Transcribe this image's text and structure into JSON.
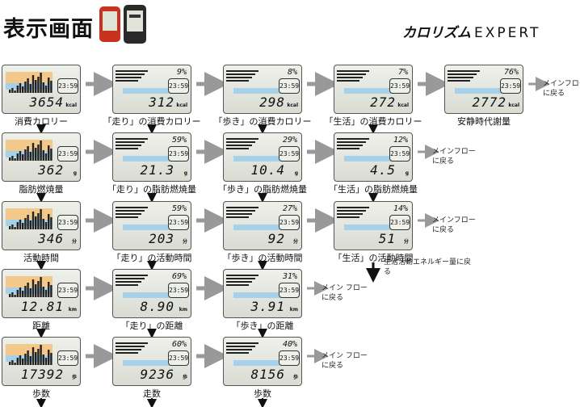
{
  "header": {
    "title": "表示画面",
    "logo_jp": "カロリズム",
    "logo_en": "EXPERT"
  },
  "rows": [
    {
      "screens": [
        {
          "num": "3654",
          "unit": "kcal",
          "time": "23:59",
          "label": "消費カロリー",
          "kind": "main"
        },
        {
          "num": "312",
          "unit": "kcal",
          "time": "23:59",
          "pct": "9%",
          "label": "「走り」の消費カロリー",
          "kind": "sub"
        },
        {
          "num": "298",
          "unit": "kcal",
          "time": "23:59",
          "pct": "8%",
          "label": "「歩き」の消費カロリー",
          "kind": "sub"
        },
        {
          "num": "272",
          "unit": "kcal",
          "time": "23:59",
          "pct": "7%",
          "label": "「生活」の消費カロリー",
          "kind": "sub"
        },
        {
          "num": "2772",
          "unit": "kcal",
          "time": "23:59",
          "pct": "76%",
          "label": "安静時代謝量",
          "kind": "sub"
        }
      ],
      "note": "メインフローに戻る"
    },
    {
      "screens": [
        {
          "num": "362",
          "unit": "g",
          "time": "23:59",
          "label": "脂肪燃焼量",
          "kind": "main"
        },
        {
          "num": "21.3",
          "unit": "g",
          "time": "23:59",
          "pct": "59%",
          "label": "「走り」の脂肪燃焼量",
          "kind": "sub"
        },
        {
          "num": "10.4",
          "unit": "g",
          "time": "23:59",
          "pct": "29%",
          "label": "「歩き」の脂肪燃焼量",
          "kind": "sub"
        },
        {
          "num": "4.5",
          "unit": "g",
          "time": "23:59",
          "pct": "12%",
          "label": "「生活」の脂肪燃焼量",
          "kind": "sub"
        }
      ],
      "note": "メインフローに戻る"
    },
    {
      "screens": [
        {
          "num": "346",
          "unit": "分",
          "time": "23:59",
          "label": "活動時間",
          "kind": "main"
        },
        {
          "num": "203",
          "unit": "分",
          "time": "23:59",
          "pct": "59%",
          "label": "「走り」の活動時間",
          "kind": "sub"
        },
        {
          "num": "92",
          "unit": "分",
          "time": "23:59",
          "pct": "27%",
          "label": "「歩き」の活動時間",
          "kind": "sub"
        },
        {
          "num": "51",
          "unit": "分",
          "time": "23:59",
          "pct": "14%",
          "label": "「生活」の活動時間",
          "kind": "sub"
        }
      ],
      "note": "メインフローに戻る",
      "down_note": "生活活動エネルギー量に戻る"
    },
    {
      "screens": [
        {
          "num": "12.81",
          "unit": "km",
          "time": "23:59",
          "label": "距離",
          "kind": "main"
        },
        {
          "num": "8.90",
          "unit": "km",
          "time": "23:59",
          "pct": "69%",
          "label": "「走り」の距離",
          "kind": "sub"
        },
        {
          "num": "3.91",
          "unit": "km",
          "time": "23:59",
          "pct": "31%",
          "label": "「歩き」の距離",
          "kind": "sub"
        }
      ],
      "note": "メイン フローに戻る"
    },
    {
      "screens": [
        {
          "num": "17392",
          "unit": "歩",
          "time": "23:59",
          "label": "歩数",
          "kind": "main"
        },
        {
          "num": "9236",
          "unit": "歩",
          "time": "23:59",
          "pct": "60%",
          "label": "走数",
          "kind": "sub"
        },
        {
          "num": "8156",
          "unit": "歩",
          "time": "23:59",
          "pct": "40%",
          "label": "歩数",
          "kind": "sub"
        }
      ],
      "note": "メイン フローに戻る"
    }
  ]
}
